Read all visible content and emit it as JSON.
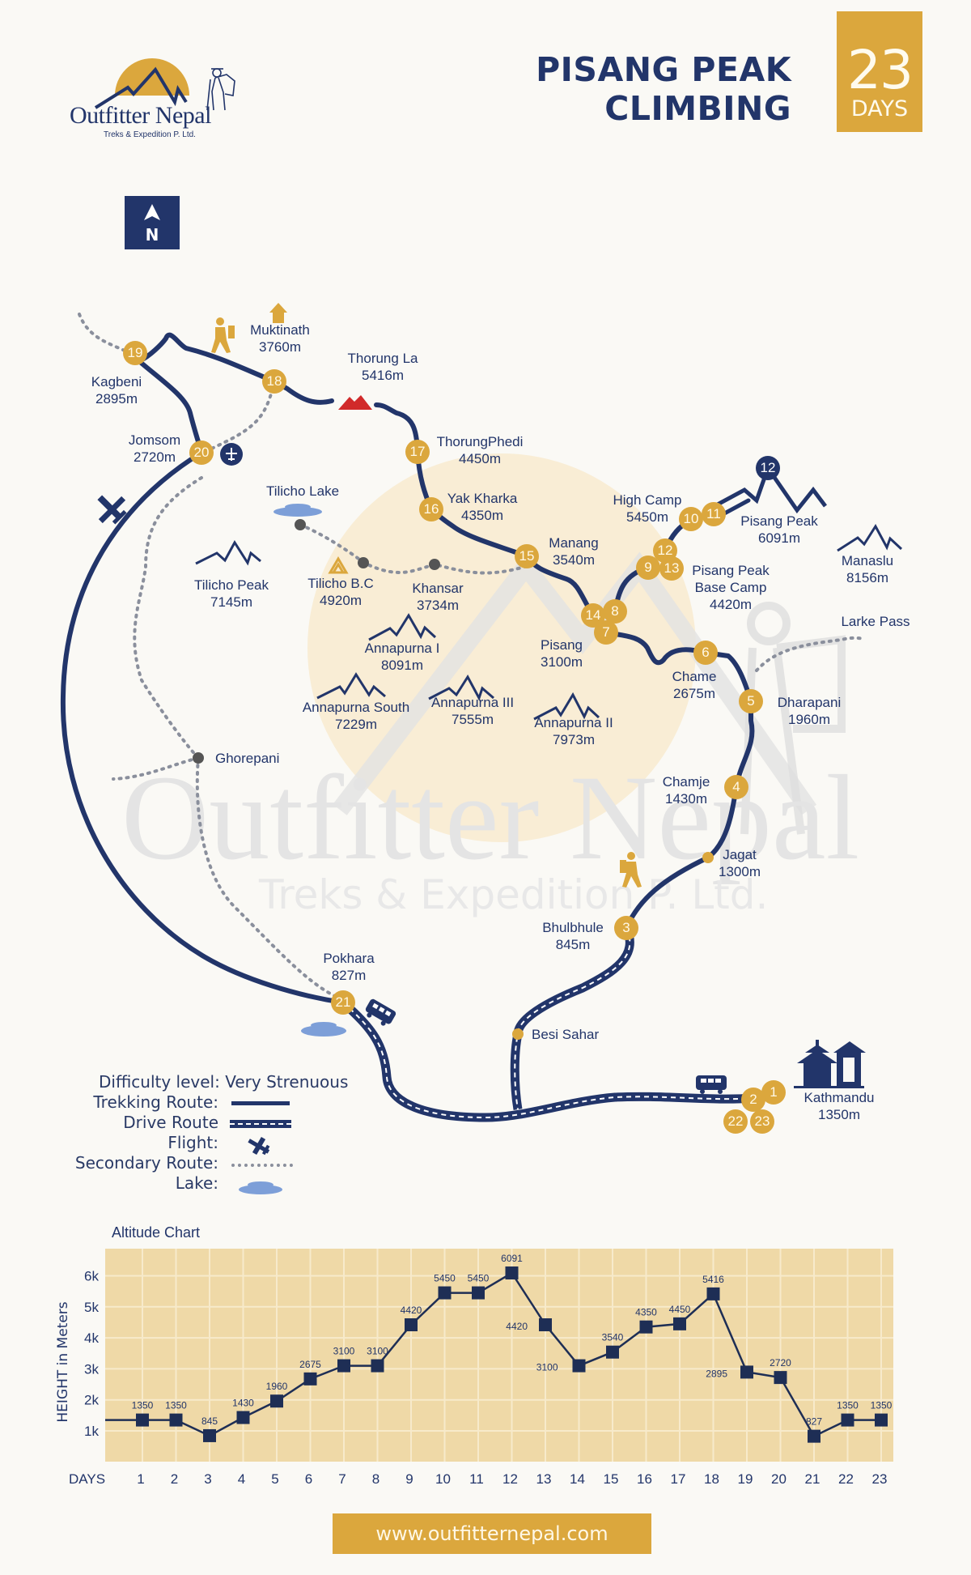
{
  "brand": {
    "name": "Outfitter Nepal",
    "tagline": "Treks & Expedition P. Ltd.",
    "website": "www.outfitternepal.com",
    "watermark_name": "Outfitter Nepal",
    "watermark_tagline": "Treks & Expedition P. Ltd."
  },
  "header": {
    "title_line1": "PISANG PEAK",
    "title_line2": "CLIMBING",
    "duration_number": "23",
    "duration_unit": "DAYS"
  },
  "compass": {
    "label": "N",
    "icon": "north-arrow-icon"
  },
  "colors": {
    "gold": "#DBA73D",
    "navy": "#22356A",
    "background": "#FAF9F5",
    "chart_bg": "#EFD9A7",
    "secondary_route": "#8A8F9C",
    "lake": "#7D9FD8",
    "pass": "#D12A2A"
  },
  "map": {
    "places": [
      {
        "name": "Kagbeni",
        "alt": "2895m"
      },
      {
        "name": "Muktinath",
        "alt": "3760m"
      },
      {
        "name": "Thorung La",
        "alt": "5416m"
      },
      {
        "name": "Jomsom",
        "alt": "2720m"
      },
      {
        "name": "ThorungPhedi",
        "alt": "4450m"
      },
      {
        "name": "Yak Kharka",
        "alt": "4350m"
      },
      {
        "name": "Tilicho Lake",
        "alt": ""
      },
      {
        "name": "High Camp",
        "alt": "5450m"
      },
      {
        "name": "Pisang Peak",
        "alt": "6091m"
      },
      {
        "name": "Manang",
        "alt": "3540m"
      },
      {
        "name": "Tilicho Peak",
        "alt": "7145m"
      },
      {
        "name": "Tilicho B.C",
        "alt": "4920m"
      },
      {
        "name": "Khansar",
        "alt": "3734m"
      },
      {
        "name": "Pisang Peak Base Camp",
        "alt": "4420m"
      },
      {
        "name": "Manaslu",
        "alt": "8156m"
      },
      {
        "name": "Larke Pass",
        "alt": ""
      },
      {
        "name": "Annapurna I",
        "alt": "8091m"
      },
      {
        "name": "Pisang",
        "alt": "3100m"
      },
      {
        "name": "Chame",
        "alt": "2675m"
      },
      {
        "name": "Annapurna South",
        "alt": "7229m"
      },
      {
        "name": "Annapurna III",
        "alt": "7555m"
      },
      {
        "name": "Annapurna II",
        "alt": "7973m"
      },
      {
        "name": "Dharapani",
        "alt": "1960m"
      },
      {
        "name": "Ghorepani",
        "alt": ""
      },
      {
        "name": "Chamje",
        "alt": "1430m"
      },
      {
        "name": "Jagat",
        "alt": "1300m"
      },
      {
        "name": "Bhulbhule",
        "alt": "845m"
      },
      {
        "name": "Pokhara",
        "alt": "827m"
      },
      {
        "name": "Besi Sahar",
        "alt": ""
      },
      {
        "name": "Kathmandu",
        "alt": "1350m"
      }
    ],
    "day_markers": [
      "1",
      "2",
      "3",
      "4",
      "5",
      "6",
      "7",
      "8",
      "9",
      "10",
      "11",
      "12",
      "13",
      "14",
      "15",
      "16",
      "17",
      "18",
      "19",
      "20",
      "21",
      "22",
      "23"
    ],
    "summit_marker": "12"
  },
  "legend": {
    "difficulty_label": "Difficulty level:",
    "difficulty_value": "Very Strenuous",
    "items": [
      {
        "label": "Trekking Route:",
        "icon": "trekking-route-line"
      },
      {
        "label": "Drive Route",
        "icon": "drive-route-line"
      },
      {
        "label": "Flight:",
        "icon": "plane-icon"
      },
      {
        "label": "Secondary Route:",
        "icon": "dotted-line"
      },
      {
        "label": "Lake:",
        "icon": "lake-icon"
      }
    ]
  },
  "chart_data": {
    "type": "line",
    "title": "Altitude Chart",
    "xlabel": "DAYS",
    "ylabel": "HEIGHT in Meters",
    "categories": [
      "1",
      "2",
      "3",
      "4",
      "5",
      "6",
      "7",
      "8",
      "9",
      "10",
      "11",
      "12",
      "13",
      "14",
      "15",
      "16",
      "17",
      "18",
      "19",
      "20",
      "21",
      "22",
      "23"
    ],
    "values": [
      1350,
      1350,
      845,
      1430,
      1960,
      2675,
      3100,
      3100,
      4420,
      5450,
      5450,
      6091,
      4420,
      3100,
      3540,
      4350,
      4450,
      5416,
      2895,
      2720,
      827,
      1350,
      1350
    ],
    "y_ticks": [
      "1k",
      "2k",
      "3k",
      "4k",
      "5k",
      "6k"
    ],
    "ylim": [
      0,
      7000
    ],
    "grid": true,
    "legend": "none",
    "marker": "square"
  }
}
